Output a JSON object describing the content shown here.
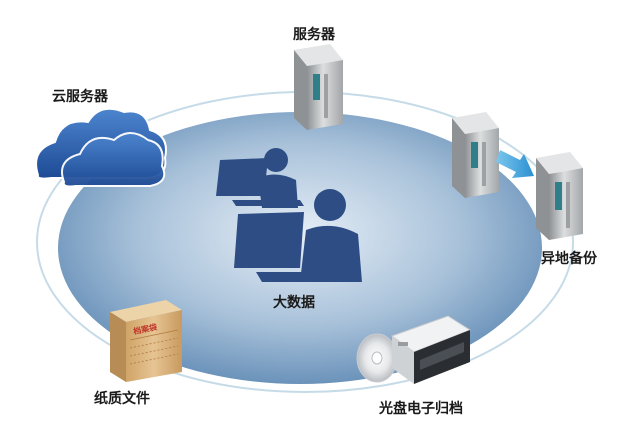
{
  "labels": {
    "server": "服务器",
    "cloud_server": "云服务器",
    "remote_backup": "异地备份",
    "big_data": "大数据",
    "paper_files": "纸质文件",
    "optical_archive": "光盘电子归档"
  },
  "box_text": "档案袋",
  "colors": {
    "ellipse_center": "#e6eef6",
    "ellipse_edge": "#5d88b3",
    "ring": "#c6dbe8",
    "people": "#2d4d84",
    "cloud": "#2a5aa8",
    "server_body": "#c2c4c6",
    "server_panel": "#2f7f8a",
    "arrow": "#3a9fd8",
    "paper_box": "#d9b17a",
    "box_text": "#c0392b"
  },
  "icons": [
    "cloud-icon",
    "server-icon",
    "backup-server-icon",
    "people-icon",
    "archive-box-icon",
    "disc-printer-icon"
  ]
}
